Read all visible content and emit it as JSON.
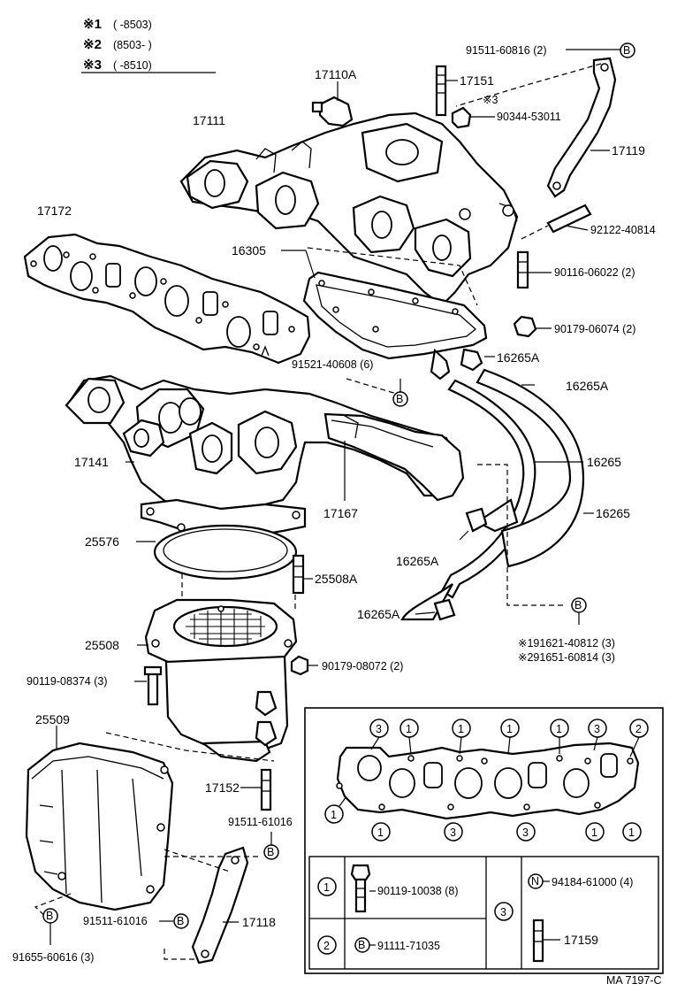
{
  "legend": {
    "items": [
      {
        "mark": "※1",
        "range": "(      -8503)"
      },
      {
        "mark": "※2",
        "range": "(8503-       )"
      },
      {
        "mark": "※3",
        "range": "(      -8510)"
      }
    ]
  },
  "labels": {
    "p17110A": "17110A",
    "p17151": "17151",
    "p17111": "17111",
    "p17119": "17119",
    "p90344": "90344-53011",
    "p17172": "17172",
    "p16305": "16305",
    "p92122": "92122-40814",
    "p90116": "90116-06022 (2)",
    "p90179a": "90179-06074 (2)",
    "p91521": "91521-40608 (6)",
    "p16265A_1": "16265A",
    "p16265A_2": "16265A",
    "p16265_1": "16265",
    "p16265_2": "16265",
    "p17141": "17141",
    "p17167": "17167",
    "p25576": "25576",
    "p25508A": "25508A",
    "p16265A_3": "16265A",
    "p16265A_4": "16265A",
    "p25508": "25508",
    "p91621": "※191621-40812 (3)",
    "p91651": "※291651-60814 (3)",
    "p90119a": "90119-08374 (3)",
    "p90179b": "90179-08072 (2)",
    "p25509": "25509",
    "p17152": "17152",
    "p91511b": "91511-61016",
    "p91511c": "91511-61016",
    "p17118": "17118",
    "p91655": "91655-60616 (3)",
    "p91511a": "91511-60816 (2)",
    "star3": "※3",
    "footer": "MA 7197-C"
  },
  "inset": {
    "top_marks": [
      "3",
      "1",
      "1",
      "1",
      "1",
      "3",
      "2"
    ],
    "side_mark": "1",
    "bottom_marks": [
      "1",
      "3",
      "3",
      "1",
      "1"
    ],
    "rows": [
      {
        "mark": "1",
        "part": "90119-10038 (8)"
      },
      {
        "mark": "2",
        "part": "91111-71035",
        "prefix": "B"
      }
    ],
    "group3": {
      "mark": "3",
      "nut_prefix": "N",
      "nut_part": "94184-61000 (4)",
      "stud_part": "17159"
    }
  },
  "callouts": {
    "b": "B",
    "n": "N"
  }
}
